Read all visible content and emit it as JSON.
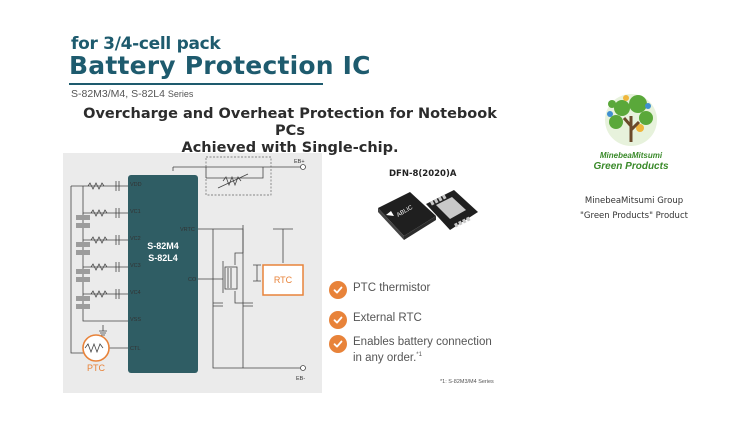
{
  "header": {
    "subtitle": "for 3/4-cell pack",
    "title": "Battery Protection IC",
    "series": "S-82M3/M4, S-82L4",
    "series_suffix": "Series"
  },
  "headline": {
    "line1": "Overcharge and Overheat Protection for Notebook PCs",
    "line2": "Achieved with Single-chip."
  },
  "circuit": {
    "ic_label_1": "S-82M4",
    "ic_label_2": "S-82L4",
    "pins_left": [
      "VDD",
      "VC1",
      "VC2",
      "VC3",
      "VC4",
      "VSS",
      "CTL"
    ],
    "pins_right": [
      "VRTC",
      "CO"
    ],
    "rtc_label": "RTC",
    "ptc_label": "PTC",
    "eb_plus": "EB+",
    "eb_minus": "EB-"
  },
  "package": {
    "label": "DFN-8(2020)A",
    "chip_marking": "ABLIC"
  },
  "features": [
    {
      "text": "PTC thermistor"
    },
    {
      "text": "External RTC"
    },
    {
      "line1": "Enables battery connection",
      "line2": "in any order.",
      "sup": "*1"
    }
  ],
  "footnote": "*1: S-82M3/M4 Series",
  "green_products": {
    "logo_line1": "MinebeaMitsumi",
    "logo_line2": "Green Products",
    "caption_line1": "MinebeaMitsumi Group",
    "caption_line2": "\"Green Products\" Product"
  },
  "colors": {
    "title": "#1e5b6e",
    "ic_body": "#2f5d64",
    "accent_orange": "#e8833a",
    "green": "#5aa83a"
  }
}
